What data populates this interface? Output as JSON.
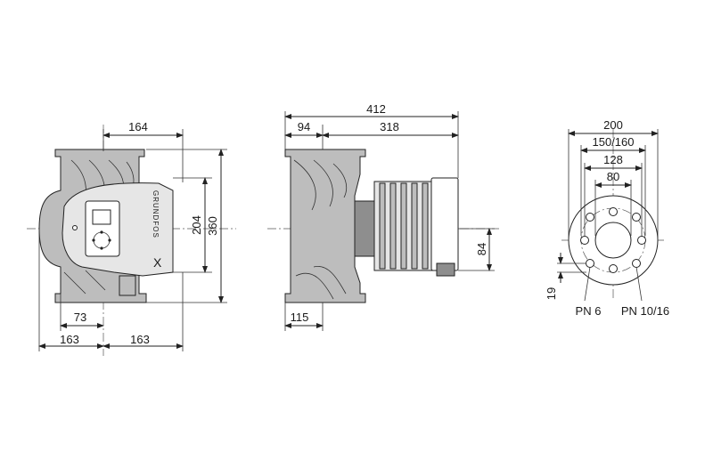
{
  "front_view": {
    "dim_width_top": "164",
    "dim_height_inner": "204",
    "dim_height_outer": "360",
    "dim_offset": "73",
    "dim_left_half": "163",
    "dim_right_half": "163",
    "brand_label": "GRUNDFOS"
  },
  "side_view": {
    "dim_total_length": "412",
    "dim_flange": "94",
    "dim_motor_length": "318",
    "dim_motor_height": "84",
    "dim_bottom": "115"
  },
  "flange_view": {
    "dim_outer": "200",
    "dim_bolt_circle": "150/160",
    "dim_inner_1": "128",
    "dim_inner_2": "80",
    "dim_hole": "19",
    "label_pn6": "PN 6",
    "label_pn1016": "PN 10/16"
  }
}
